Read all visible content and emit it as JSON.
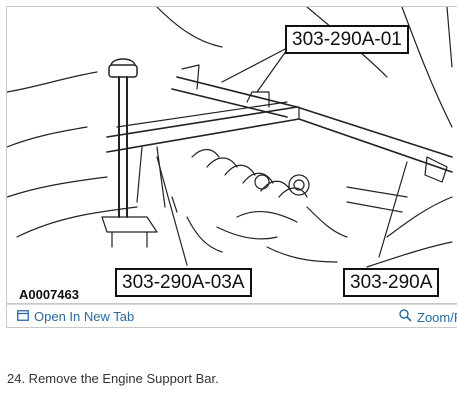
{
  "figure": {
    "id_label": "A0007463",
    "callouts": {
      "top": "303-290A-01",
      "bottom_left": "303-290A-03A",
      "bottom_right": "303-290A"
    }
  },
  "toolbar": {
    "open_label": "Open In New Tab",
    "zoom_label": "Zoom/P",
    "open_icon": "external-tab-icon",
    "zoom_icon": "magnifier-icon",
    "link_color": "#2a6aa0"
  },
  "step_text": "24. Remove the Engine Support Bar."
}
